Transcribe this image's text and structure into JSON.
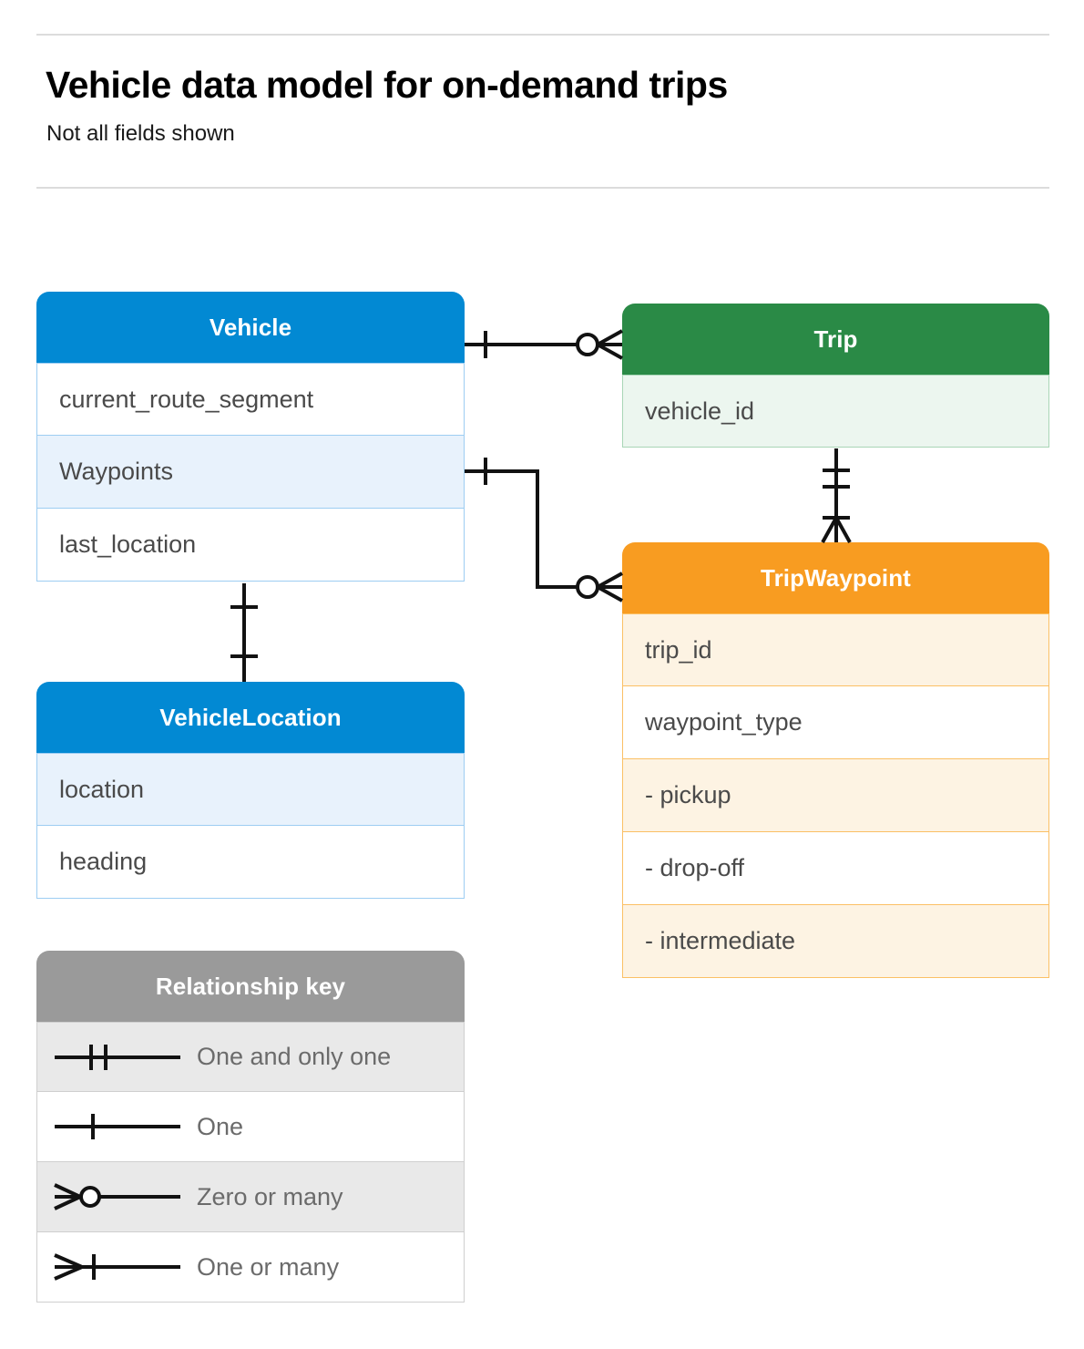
{
  "header": {
    "title": "Vehicle data model for on-demand trips",
    "subtitle": "Not all fields shown"
  },
  "colors": {
    "blue": "#0289d3",
    "blue_row_shade": "#e8f2fc",
    "blue_border": "#9dcdf2",
    "green": "#2a8a46",
    "green_row_shade": "#ecf6ef",
    "green_border": "#a9d6b6",
    "orange": "#f89c21",
    "orange_row_shade": "#fdf3e3",
    "orange_border": "#fbc065",
    "gray": "#9a9a9a",
    "gray_row_shade": "#e9e9e9",
    "line": "#121212",
    "text": "#4a4a4a",
    "rule": "#dcdcdc"
  },
  "entities": {
    "vehicle": {
      "name": "Vehicle",
      "fields": [
        {
          "label": "current_route_segment"
        },
        {
          "label": "Waypoints"
        },
        {
          "label": "last_location"
        }
      ]
    },
    "vehicle_location": {
      "name": "VehicleLocation",
      "fields": [
        {
          "label": "location"
        },
        {
          "label": "heading"
        }
      ]
    },
    "trip": {
      "name": "Trip",
      "fields": [
        {
          "label": "vehicle_id"
        }
      ]
    },
    "trip_waypoint": {
      "name": "TripWaypoint",
      "fields": [
        {
          "label": "trip_id"
        },
        {
          "label": "waypoint_type"
        },
        {
          "label": "-  pickup"
        },
        {
          "label": "-  drop-off"
        },
        {
          "label": "-  intermediate"
        }
      ]
    }
  },
  "legend": {
    "title": "Relationship key",
    "rows": [
      {
        "symbol": "one-and-only-one-icon",
        "label": "One and only one"
      },
      {
        "symbol": "one-icon",
        "label": "One"
      },
      {
        "symbol": "zero-or-many-icon",
        "label": "Zero or many"
      },
      {
        "symbol": "one-or-many-icon",
        "label": "One or many"
      }
    ]
  },
  "relationships": [
    {
      "from": "Vehicle",
      "to": "Trip",
      "from_cardinality": "One",
      "to_cardinality": "Zero or many"
    },
    {
      "from": "Vehicle.Waypoints",
      "to": "TripWaypoint",
      "from_cardinality": "One",
      "to_cardinality": "Zero or many"
    },
    {
      "from": "Trip",
      "to": "TripWaypoint",
      "from_cardinality": "One and only one",
      "to_cardinality": "One or many"
    },
    {
      "from": "Vehicle",
      "to": "VehicleLocation",
      "from_cardinality": "One",
      "to_cardinality": "One"
    }
  ]
}
